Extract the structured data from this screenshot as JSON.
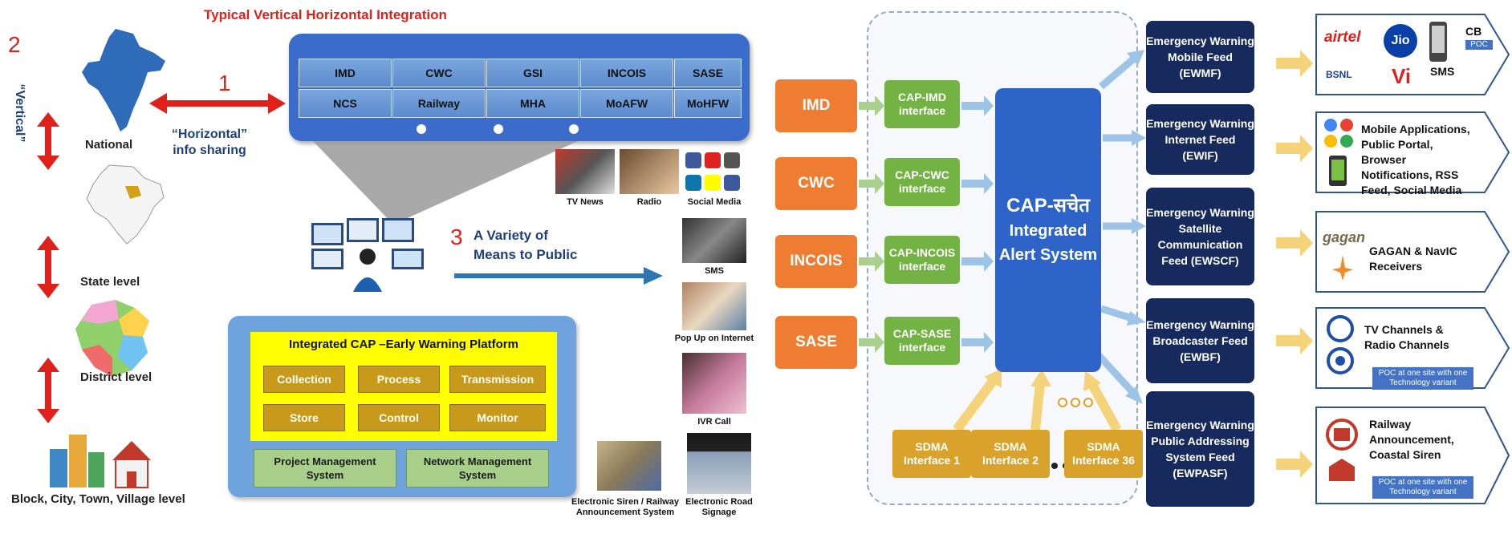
{
  "left": {
    "title": "Typical Vertical  Horizontal Integration",
    "num_2": "2",
    "num_1": "1",
    "num_3": "3",
    "vertical_label": "“Vertical”",
    "horizontal_line1": "“Horizontal”",
    "horizontal_line2": "info sharing",
    "levels": [
      "National",
      "State level",
      "District level",
      "Block, City, Town, Village level"
    ],
    "agencies_row1": [
      "IMD",
      "CWC",
      "GSI",
      "INCOIS",
      "SASE"
    ],
    "agencies_row2": [
      "NCS",
      "Railway",
      "MHA",
      "MoAFW",
      "MoHFW"
    ],
    "media_labels": [
      "TV News",
      "Radio",
      "Social Media"
    ],
    "means_line1": "A Variety of",
    "means_line2": "Means to Public",
    "platform_title": "Integrated CAP –Early Warning Platform",
    "platform_cells": [
      "Collection",
      "Process",
      "Transmission",
      "Store",
      "Control",
      "Monitor"
    ],
    "mgmt": [
      "Project Management System",
      "Network Management System"
    ],
    "channels": [
      "SMS",
      "Pop Up on Internet",
      "IVR Call",
      "Electronic Road Signage",
      "Electronic Siren / Railway Announcement System"
    ]
  },
  "right": {
    "sources": [
      "IMD",
      "CWC",
      "INCOIS",
      "SASE"
    ],
    "cap_interfaces": [
      "CAP-IMD interface",
      "CAP-CWC interface",
      "CAP-INCOIS interface",
      "CAP-SASE interface"
    ],
    "core_line1": "CAP-सचेत",
    "core_line2": "Integrated",
    "core_line3": "Alert System",
    "sdma": [
      "SDMA Interface 1",
      "SDMA Interface 2",
      "SDMA Interface 36"
    ],
    "feeds": [
      "Emergency Warning Mobile Feed (EWMF)",
      "Emergency Warning Internet Feed (EWIF)",
      "Emergency Warning Satellite Communication Feed (EWSCF)",
      "Emergency Warning Broadcaster Feed (EWBF)",
      "Emergency Warning Public Addressing System Feed (EWPASF)"
    ],
    "targets": {
      "mobile_brands": [
        "airtel",
        "Jio",
        "BSNL",
        "Vi"
      ],
      "sms": "SMS",
      "cb": "CB",
      "poc_small": "POC",
      "internet": "Mobile Applications, Public Portal, Browser Notifications, RSS Feed, Social Media",
      "satellite": "GAGAN & NavIC Receivers",
      "gagan_logo": "gagan",
      "broadcast": "TV Channels & Radio Channels",
      "railway": "Railway Announcement, Coastal Siren",
      "poc_note": "POC at one site with one Technology variant"
    }
  },
  "colors": {
    "red": "#e0201b",
    "orange": "#ee7d31",
    "green": "#72b344",
    "core_blue": "#2e64c8",
    "navy": "#172a5e",
    "sdma_gold": "#d9a22a"
  }
}
